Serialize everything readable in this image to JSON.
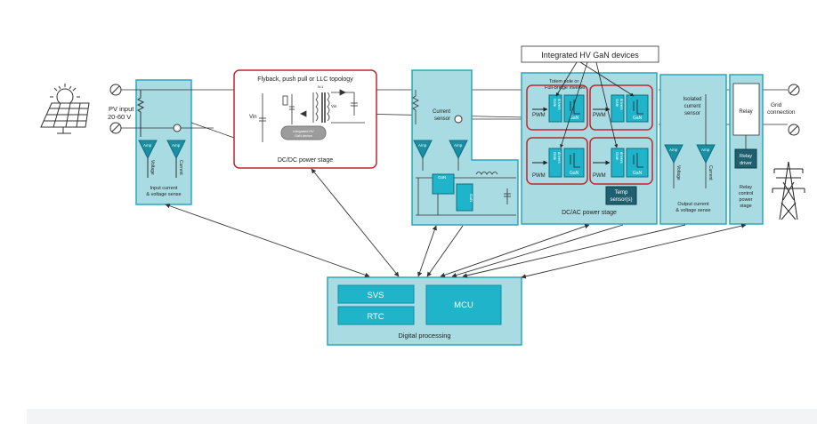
{
  "diagram": {
    "callout": "Integrated HV GaN devices",
    "pv_input": {
      "line1": "PV input",
      "line2": "20-60 V"
    },
    "grid": {
      "line1": "Grid",
      "line2": "connection"
    },
    "input_sense": {
      "line1": "Input current",
      "line2": "& voltage sense",
      "amp": "Amp",
      "voltage": "Voltage",
      "current": "Current"
    },
    "dcdc": {
      "topology": "Flyback, push pull or LLC topology",
      "stage": "DC/DC power stage",
      "vin_symbol": "Vin",
      "n_label": "N:1",
      "gan_module_line1": "Integrated HV",
      "gan_module_line2": "GaN device"
    },
    "current_sensor": {
      "line1": "Current",
      "line2": "sensor",
      "amp": "Amp",
      "gan": "GaN"
    },
    "dcac": {
      "topology_line1": "Totem pole or",
      "topology_line2": "Full-bridge inverter",
      "stage": "DC/AC power stage",
      "pwm": "PWM",
      "gate": "Gate",
      "drivers": "drivers",
      "gan": "GaN",
      "temp_line1": "Temp",
      "temp_line2": "sensor(s)"
    },
    "output_sense": {
      "line1": "Isolated",
      "line2": "current",
      "line3": "sensor",
      "amp": "Amp",
      "voltage": "Voltage",
      "current": "Current",
      "title1": "Output current",
      "title2": "& voltage sense"
    },
    "relay": {
      "relay": "Relay",
      "driver1": "Relay",
      "driver2": "driver",
      "title1": "Relay",
      "title2": "control",
      "title3": "power",
      "title4": "stage"
    },
    "digital": {
      "svs": "SVS",
      "rtc": "RTC",
      "mcu": "MCU",
      "title": "Digital processing"
    }
  },
  "colors": {
    "teal_fill": "#a9dbe3",
    "teal_stroke": "#2aa7bd",
    "teal_dark": "#1a8ea3",
    "chip": "#1fb4c9",
    "red_outline": "#c0272d",
    "dark": "#2a2a2a"
  },
  "icons": [
    "solar-panel-icon",
    "transmission-tower-icon",
    "terminal-icon"
  ]
}
